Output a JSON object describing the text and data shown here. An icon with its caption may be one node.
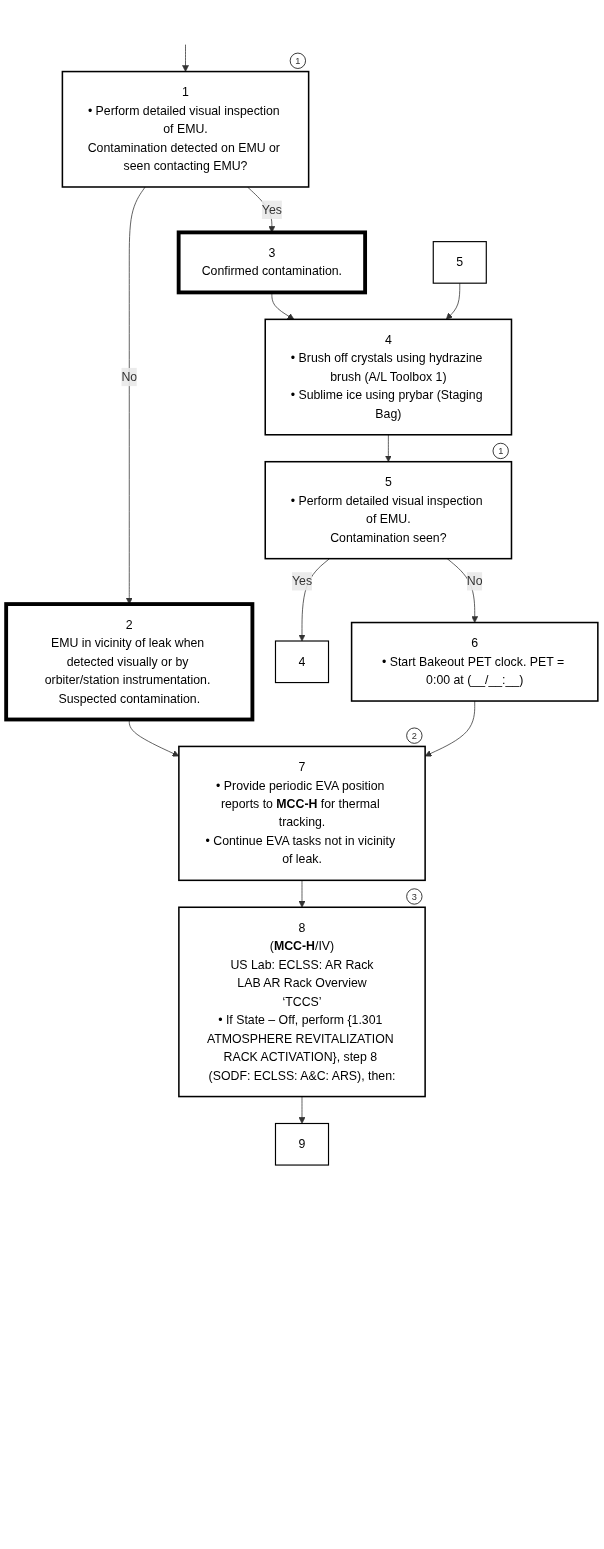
{
  "diagram": {
    "nodes": [
      {
        "text": [
          "1",
          "• Perform detailed visual inspection of EMU.",
          "Contamination detected on EMU or seen contacting EMU?"
        ],
        "beside": [
          "1"
        ]
      },
      {
        "text": [
          "2",
          "EMU in vicinity of leak when detected visually or by orbiter/station instrumentation. Suspected contamination."
        ]
      },
      {
        "text": [
          "3",
          "Confirmed contamination."
        ]
      },
      {
        "text": [
          "5"
        ]
      },
      {
        "text": [
          "4",
          "• Brush off crystals using hydrazine brush (A/L Toolbox 1)",
          "• Sublime ice using prybar (Staging Bag)"
        ]
      },
      {
        "text": [
          "5",
          "• Perform detailed visual inspection of EMU.",
          "Contamination seen?"
        ],
        "beside": [
          "1"
        ]
      },
      {
        "text": [
          "4"
        ]
      },
      {
        "text": [
          "6",
          "• Start Bakeout PET clock. PET = 0:00 at (__/__:__)"
        ]
      },
      {
        "text": [
          "7",
          "• Provide periodic EVA position reports to **MCC-H** for thermal tracking.",
          "• Continue EVA tasks not in vicinity of leak."
        ],
        "beside": [
          "2"
        ]
      },
      {
        "text": [
          "8",
          "(**MCC-H**/IV)",
          "US Lab: ECLSS: AR Rack",
          "LAB AR Rack Overview",
          "‘TCCS’",
          "• If State – Off, perform {1.301 ATMOSPHERE REVITALIZATION RACK ACTIVATION}, step 8 (SODF: ECLSS: A&C: ARS), then:"
        ],
        "beside": [
          "3"
        ]
      },
      {
        "text": [
          "9"
        ]
      }
    ],
    "edges": [
      {
        "from": null,
        "to": 0,
        "arrow": "to"
      },
      {
        "from": 0,
        "to": 1,
        "arrow": "to",
        "label": "No"
      },
      {
        "from": 0,
        "to": 2,
        "arrow": "to",
        "label": "Yes"
      },
      {
        "from": 2,
        "to": 4,
        "arrow": "to"
      },
      {
        "from": 3,
        "to": 4,
        "arrow": "to"
      },
      {
        "from": 4,
        "to": 5,
        "arrow": "to"
      },
      {
        "from": 5,
        "to": 6,
        "arrow": "to",
        "label": "Yes"
      },
      {
        "from": 5,
        "to": 7,
        "arrow": "to",
        "label": "No"
      },
      {
        "from": 1,
        "to": 8,
        "arrow": "to"
      },
      {
        "from": 7,
        "to": 8,
        "arrow": "to"
      },
      {
        "from": 8,
        "to": 9,
        "arrow": "to"
      },
      {
        "from": 9,
        "to": 10,
        "arrow": "to"
      }
    ]
  }
}
